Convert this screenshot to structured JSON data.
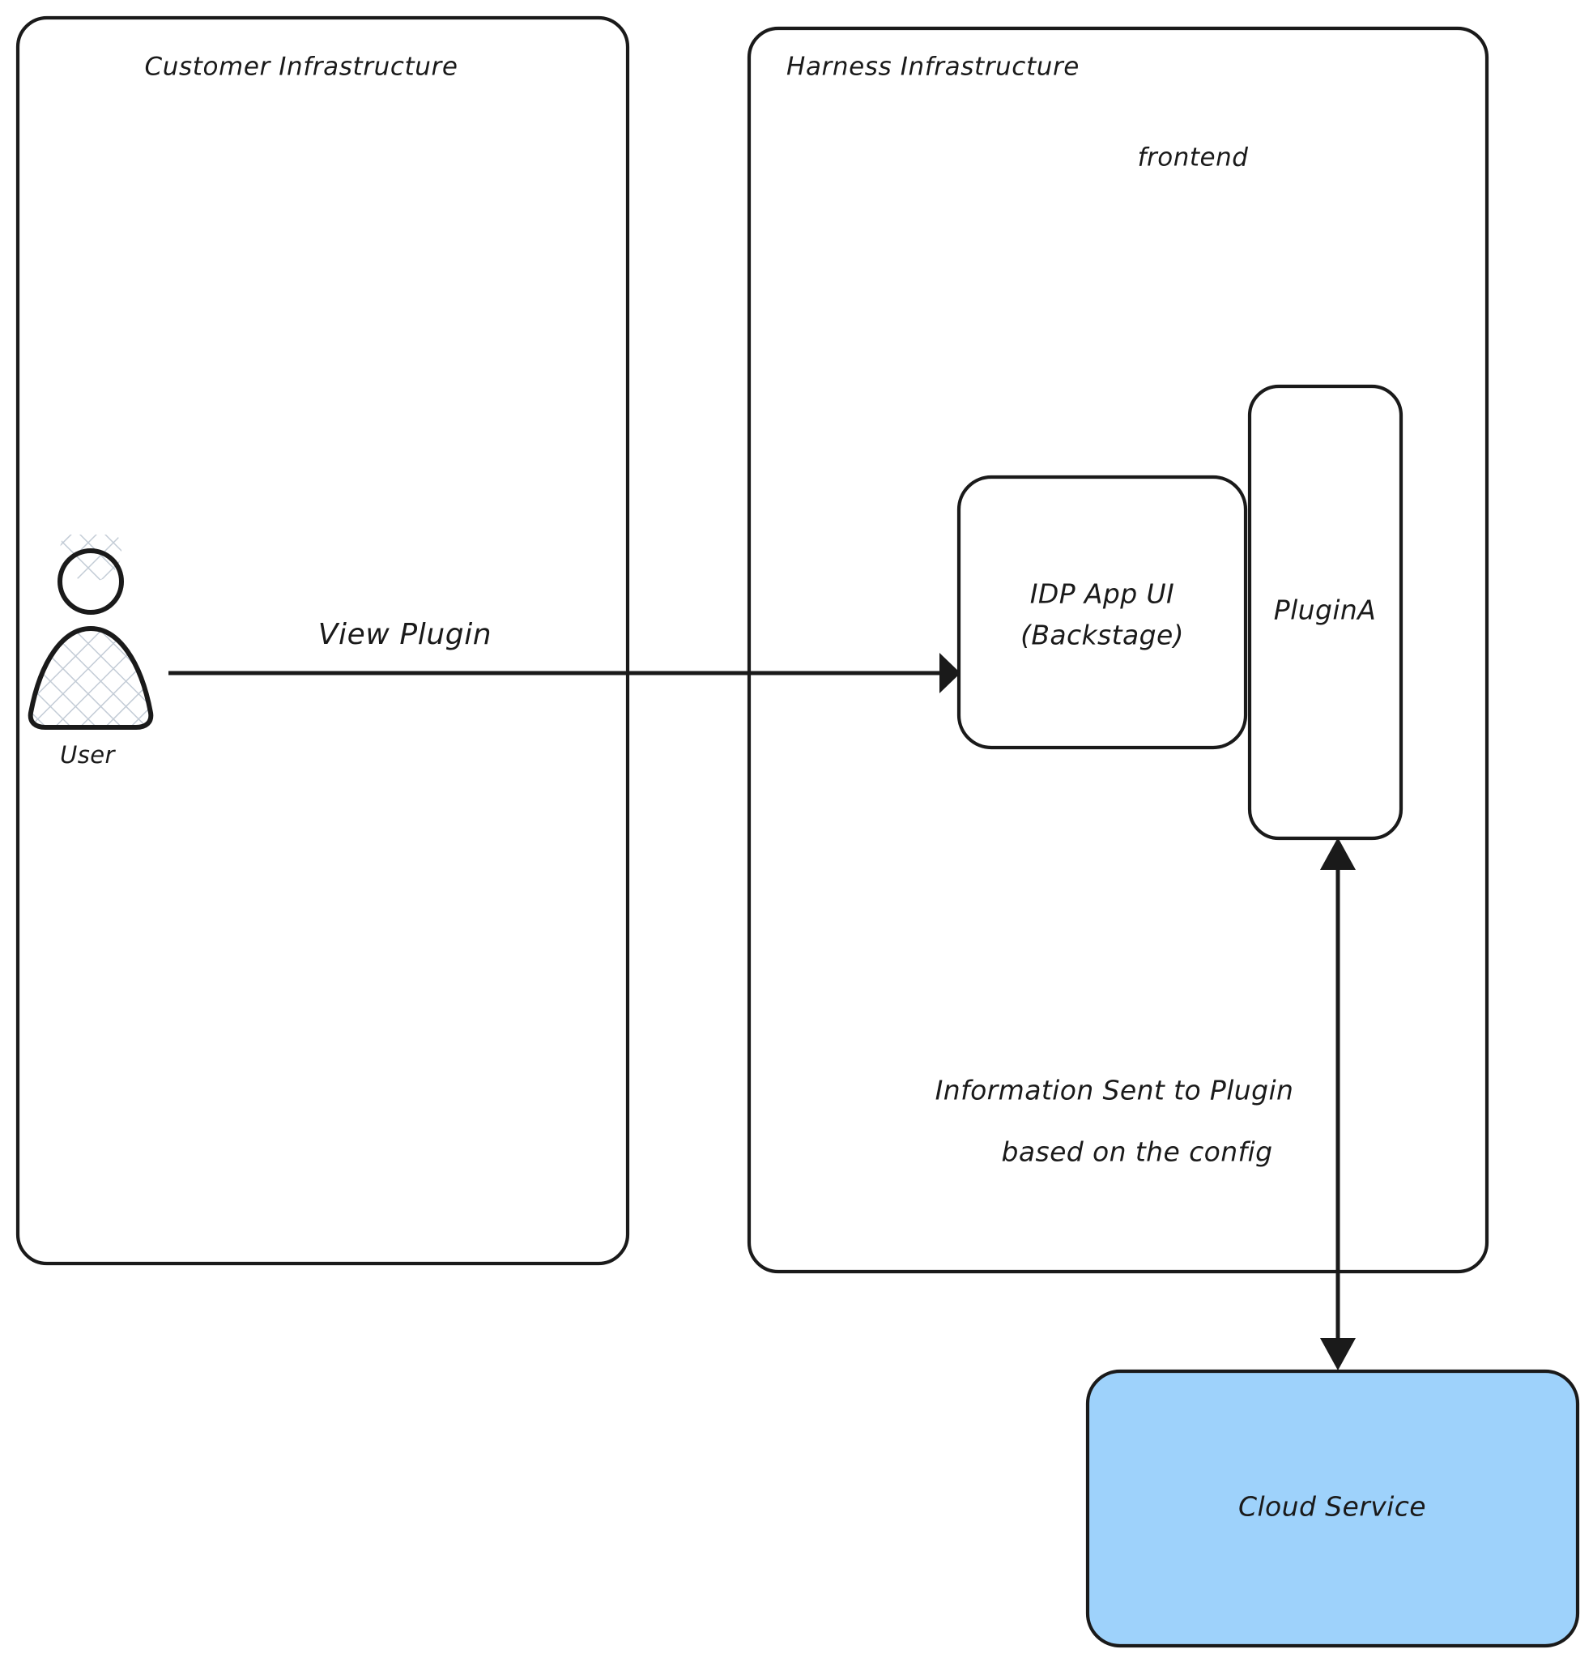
{
  "diagram": {
    "type": "architecture-flow",
    "background_color": "#ffffff",
    "stroke_color": "#1a1a1a",
    "containers": [
      {
        "id": "customer-infrastructure",
        "label": "Customer Infrastructure",
        "fill": "#ffffff"
      },
      {
        "id": "harness-infrastructure",
        "label": "Harness Infrastructure",
        "sublabel": "frontend",
        "fill": "#ffffff"
      }
    ],
    "nodes": [
      {
        "id": "user",
        "label": "User",
        "shape": "actor",
        "fill": "#ffffff",
        "pattern": "cross-hatch"
      },
      {
        "id": "idp-app-ui",
        "label_line1": "IDP App UI",
        "label_line2": "(Backstage)",
        "shape": "rounded-rect",
        "fill": "#ffffff"
      },
      {
        "id": "plugin-a",
        "label": "PluginA",
        "shape": "rounded-rect",
        "fill": "#ffffff"
      },
      {
        "id": "cloud-service",
        "label": "Cloud Service",
        "shape": "rounded-rect",
        "fill": "#9ed2fb"
      }
    ],
    "edges": [
      {
        "id": "user-to-idp",
        "from": "user",
        "to": "idp-app-ui",
        "label": "View Plugin",
        "direction": "forward"
      },
      {
        "id": "plugin-to-cloud",
        "from": "plugin-a",
        "to": "cloud-service",
        "label_line1": "Information Sent to Plugin",
        "label_line2": "based on the config",
        "direction": "bidirectional"
      }
    ]
  }
}
